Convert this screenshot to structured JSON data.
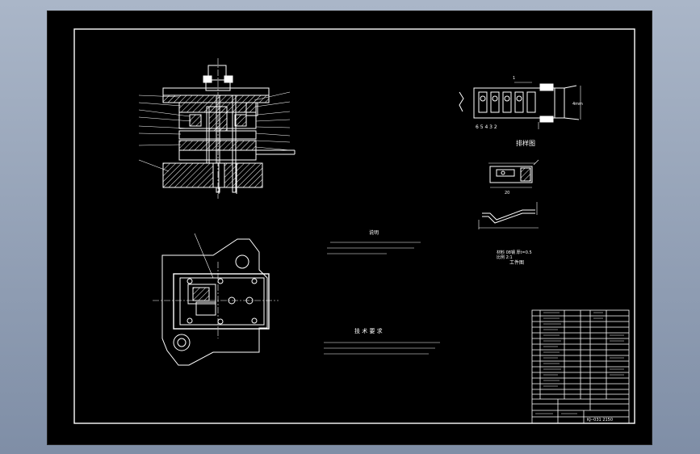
{
  "colors": {
    "background": "#000000",
    "frame": "#b4bfcf",
    "line": "#ffffff"
  },
  "annotations": {
    "strip_label": "排样图",
    "workpiece_label": "工件图",
    "tech_title": "技 术 要 求",
    "note_head": "说明"
  },
  "title_block": {
    "drawing_number": "KJ--031 2150"
  }
}
